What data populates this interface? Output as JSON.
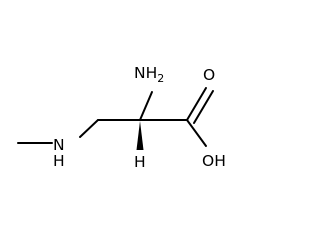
{
  "molecule": {
    "atoms": {
      "amino": {
        "symbol": "NH",
        "subscript": "2"
      },
      "amine_n": {
        "symbol": "N"
      },
      "amine_h": {
        "symbol": "H"
      },
      "stereo_h": {
        "symbol": "H"
      },
      "carbonyl_o": {
        "symbol": "O"
      },
      "hydroxyl": {
        "symbol": "OH"
      }
    },
    "colors": {
      "bond": "#000000",
      "text": "#000000",
      "background": "#ffffff"
    }
  }
}
